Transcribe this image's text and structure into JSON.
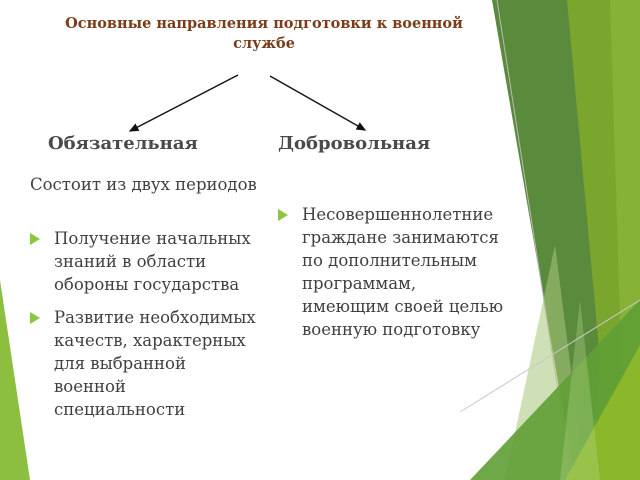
{
  "slide": {
    "title": "Основные направления подготовки к военной службе",
    "columns": [
      {
        "heading": "Обязательная",
        "intro": "Состоит из двух периодов",
        "bullets": [
          "Получение начальных знаний в области обороны государства",
          "Развитие необходимых качеств, характерных для выбранной военной специальности"
        ]
      },
      {
        "heading": "Добровольная",
        "bullets": [
          "Несовершеннолетние граждане занимаются по дополнительным программам, имеющим своей целью военную подготовку"
        ]
      }
    ]
  },
  "colors": {
    "title": "#7a3d1b",
    "heading": "#4a4a4a",
    "body_text": "#404040",
    "bullet": "#8cc63f",
    "dark_green": "#5a8a3c",
    "green": "#7aa52c",
    "light_green": "#8cb83a"
  }
}
